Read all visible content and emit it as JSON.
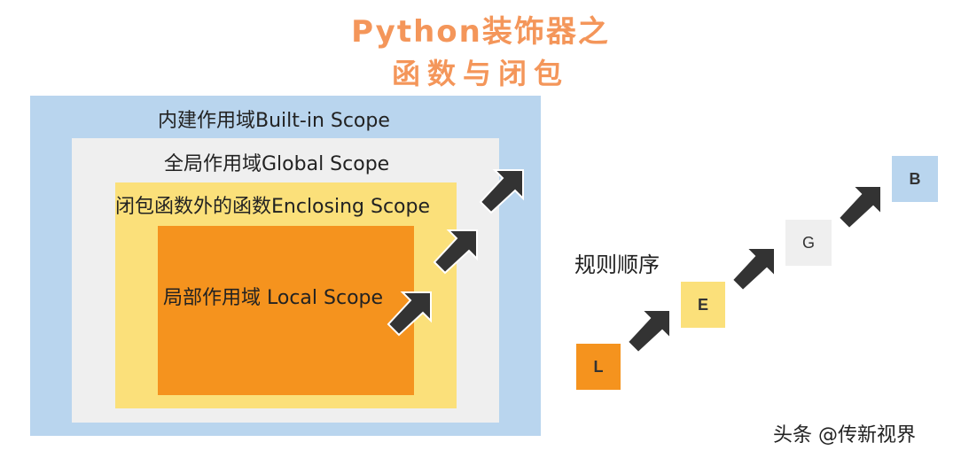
{
  "title": {
    "line1": "Python装饰器之",
    "line2": "函数与闭包"
  },
  "scopes": {
    "builtin": "内建作用域Built-in Scope",
    "global": "全局作用域Global Scope",
    "enclosing": "闭包函数外的函数Enclosing Scope",
    "local": "局部作用域 Local Scope"
  },
  "order": {
    "label": "规则顺序",
    "steps": [
      "L",
      "E",
      "G",
      "B"
    ]
  },
  "watermark": "头条 @传新视界",
  "colors": {
    "title": "#f4965a",
    "builtin": "#b9d5ee",
    "global": "#efefef",
    "enclosing": "#fbe07a",
    "local": "#f5931e",
    "arrow": "#333333"
  },
  "icons": {
    "arrow": "arrow-up-right-icon"
  }
}
